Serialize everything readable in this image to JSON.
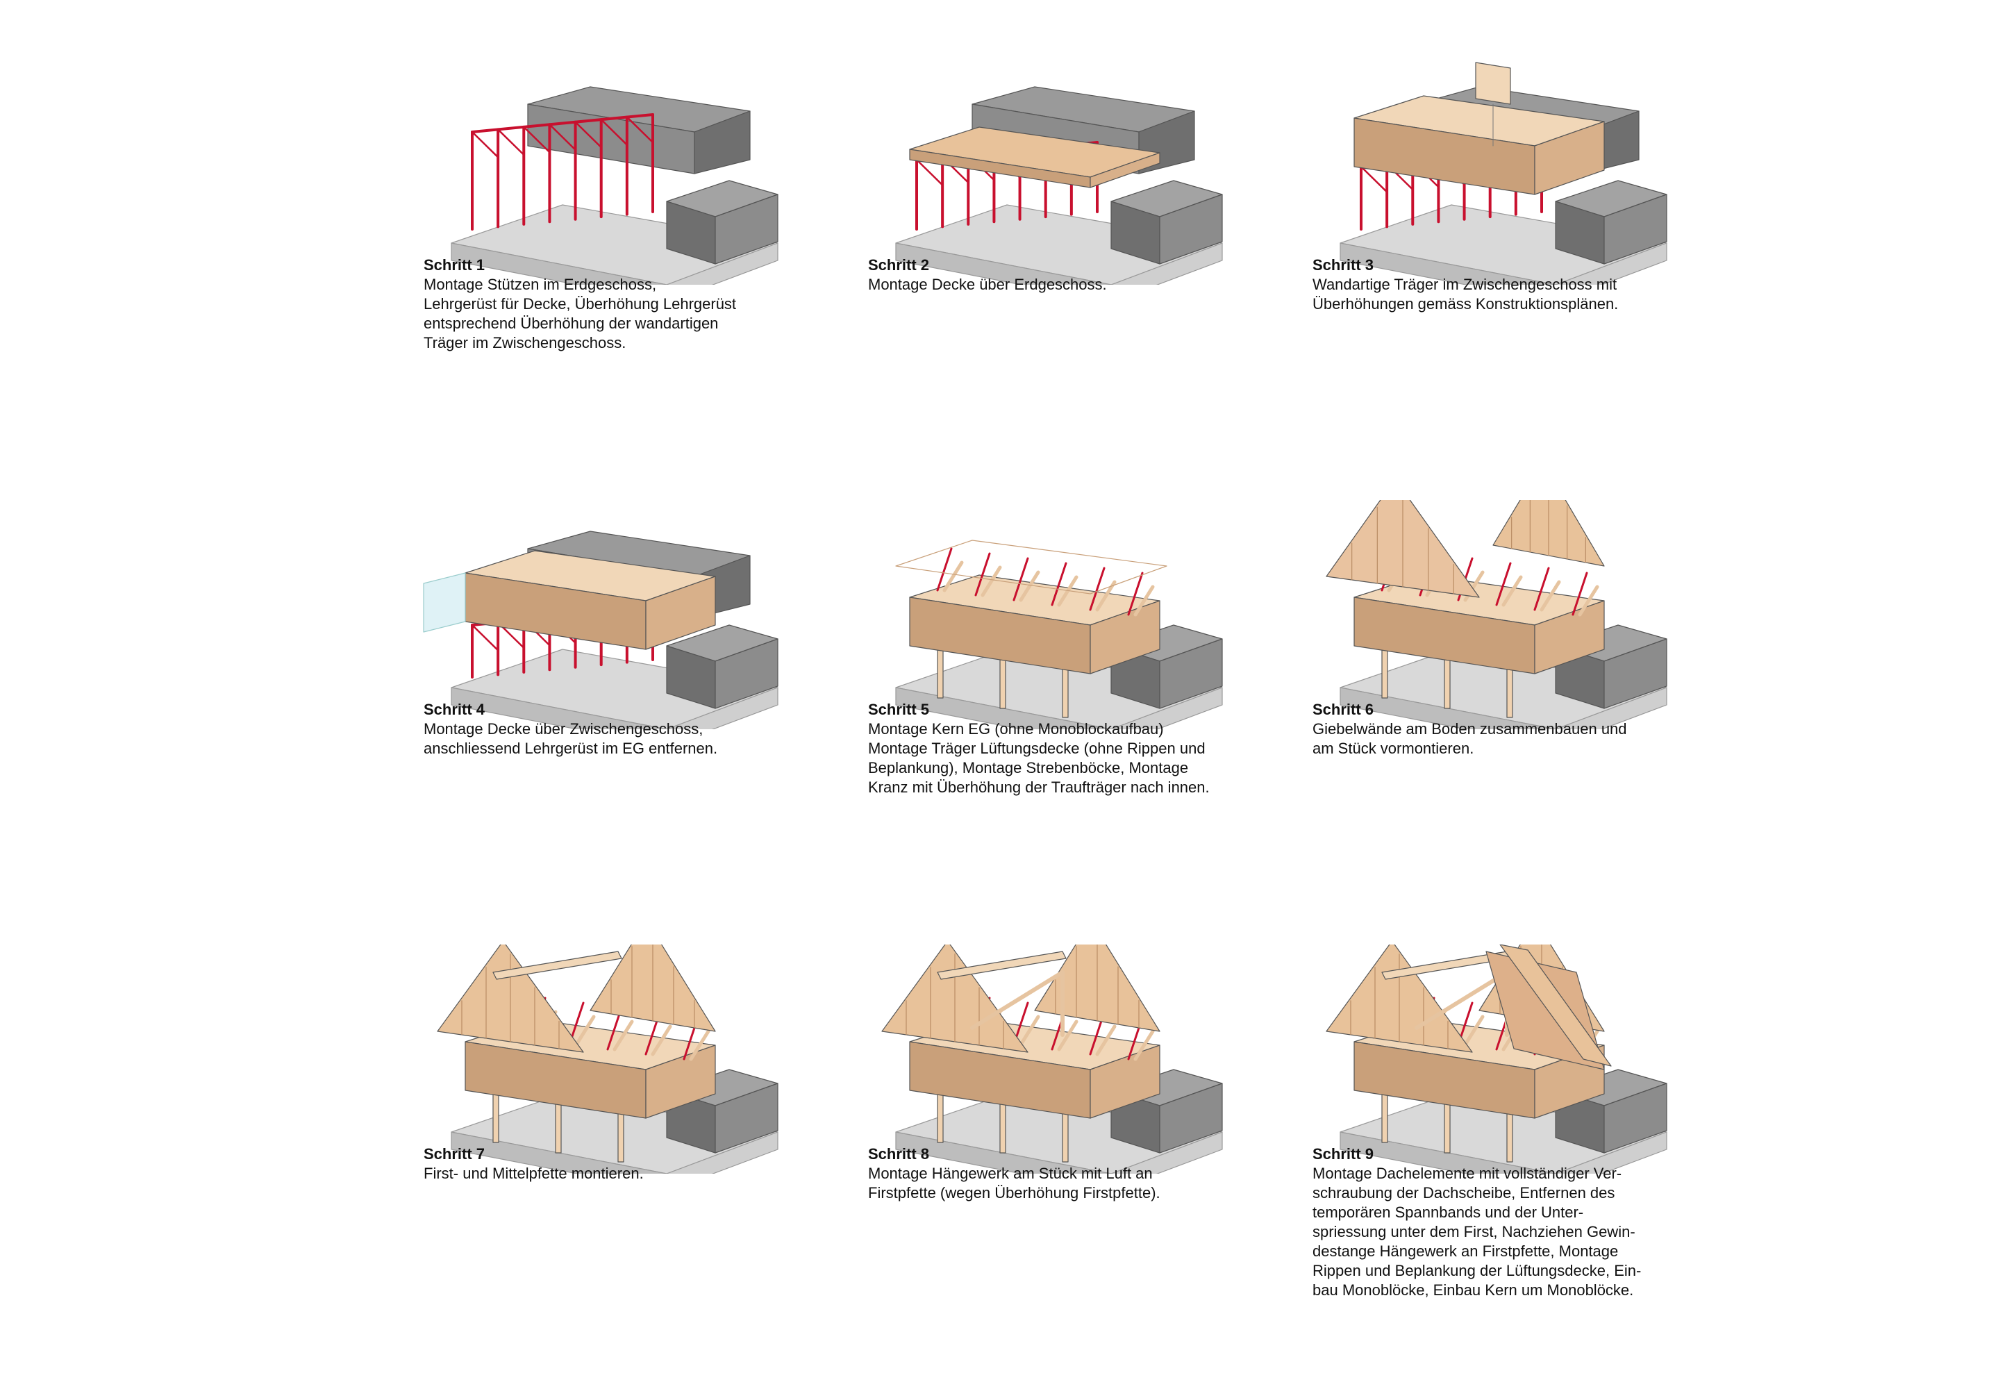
{
  "colors": {
    "base": "#d9d9d9",
    "baseSide": "#bdbdbd",
    "core": "#8c8c8c",
    "coreDark": "#6f6f6f",
    "wood": "#e8c29a",
    "woodDark": "#c9a07a",
    "scaffold": "#c8102e",
    "glass": "#dff2f6"
  },
  "steps": [
    {
      "title": "Schritt 1",
      "lines": [
        "Montage Stützen im Erdgeschoss,",
        "Lehrgerüst für Decke, Überhöhung Lehrgerüst",
        "entsprechend Überhöhung der wandartigen",
        "Träger im Zwischengeschoss."
      ]
    },
    {
      "title": "Schritt 2",
      "lines": [
        "Montage Decke über Erdgeschoss."
      ]
    },
    {
      "title": "Schritt 3",
      "lines": [
        "Wandartige Träger im Zwischengeschoss mit",
        "Überhöhungen gemäss Konstruktionsplänen."
      ]
    },
    {
      "title": "Schritt 4",
      "lines": [
        "Montage Decke über Zwischengeschoss,",
        "anschliessend Lehrgerüst im EG entfernen."
      ]
    },
    {
      "title": "Schritt 5",
      "lines": [
        "Montage Kern EG (ohne Monoblockaufbau)",
        "Montage Träger Lüftungsdecke (ohne Rippen und",
        "Beplankung), Montage Strebenböcke, Montage",
        "Kranz mit Überhöhung der Traufträger nach innen."
      ]
    },
    {
      "title": "Schritt 6",
      "lines": [
        "Giebelwände am Boden zusammenbauen und",
        "am Stück vormontieren."
      ]
    },
    {
      "title": "Schritt 7",
      "lines": [
        "First- und Mittelpfette montieren."
      ]
    },
    {
      "title": "Schritt 8",
      "lines": [
        "Montage Hängewerk am Stück mit Luft an",
        "Firstpfette (wegen Überhöhung Firstpfette)."
      ]
    },
    {
      "title": "Schritt 9",
      "lines": [
        "Montage Dachelemente mit vollständiger Ver-",
        "schraubung der Dachscheibe, Entfernen des",
        "temporären Spannbands und der Unter-",
        "spriessung unter dem First, Nachziehen Gewin-",
        "destange Hängewerk an Firstpfette, Montage",
        "Rippen und Beplankung der Lüftungsdecke, Ein-",
        "bau Monoblöcke, Einbau Kern um Monoblöcke."
      ]
    }
  ]
}
